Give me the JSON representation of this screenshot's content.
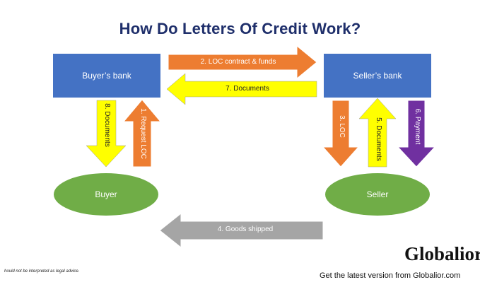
{
  "title": "How Do Letters Of Credit Work?",
  "nodes": {
    "buyers_bank": "Buyer’s bank",
    "sellers_bank": "Seller’s bank",
    "buyer": "Buyer",
    "seller": "Seller"
  },
  "arrows": {
    "loc_contract": "2. LOC contract & funds",
    "documents_7": "7. Documents",
    "documents_8": "8. Documents",
    "request_loc": "1. Request LOC",
    "loc_3": "3. LOC",
    "documents_5": "5. Documents",
    "payment": "6. Payment",
    "goods_shipped": "4. Goods shipped"
  },
  "colors": {
    "bank": "#4472c4",
    "party": "#70ad47",
    "orange": "#ed7d31",
    "yellow": "#ffff00",
    "purple": "#7030a0",
    "gray": "#a5a5a5",
    "title": "#1f2f6b"
  },
  "brand": "Globalior",
  "disclaimer": "hould not be interpreted as legal advice.",
  "footer": "Get the latest version from Globalior.com"
}
